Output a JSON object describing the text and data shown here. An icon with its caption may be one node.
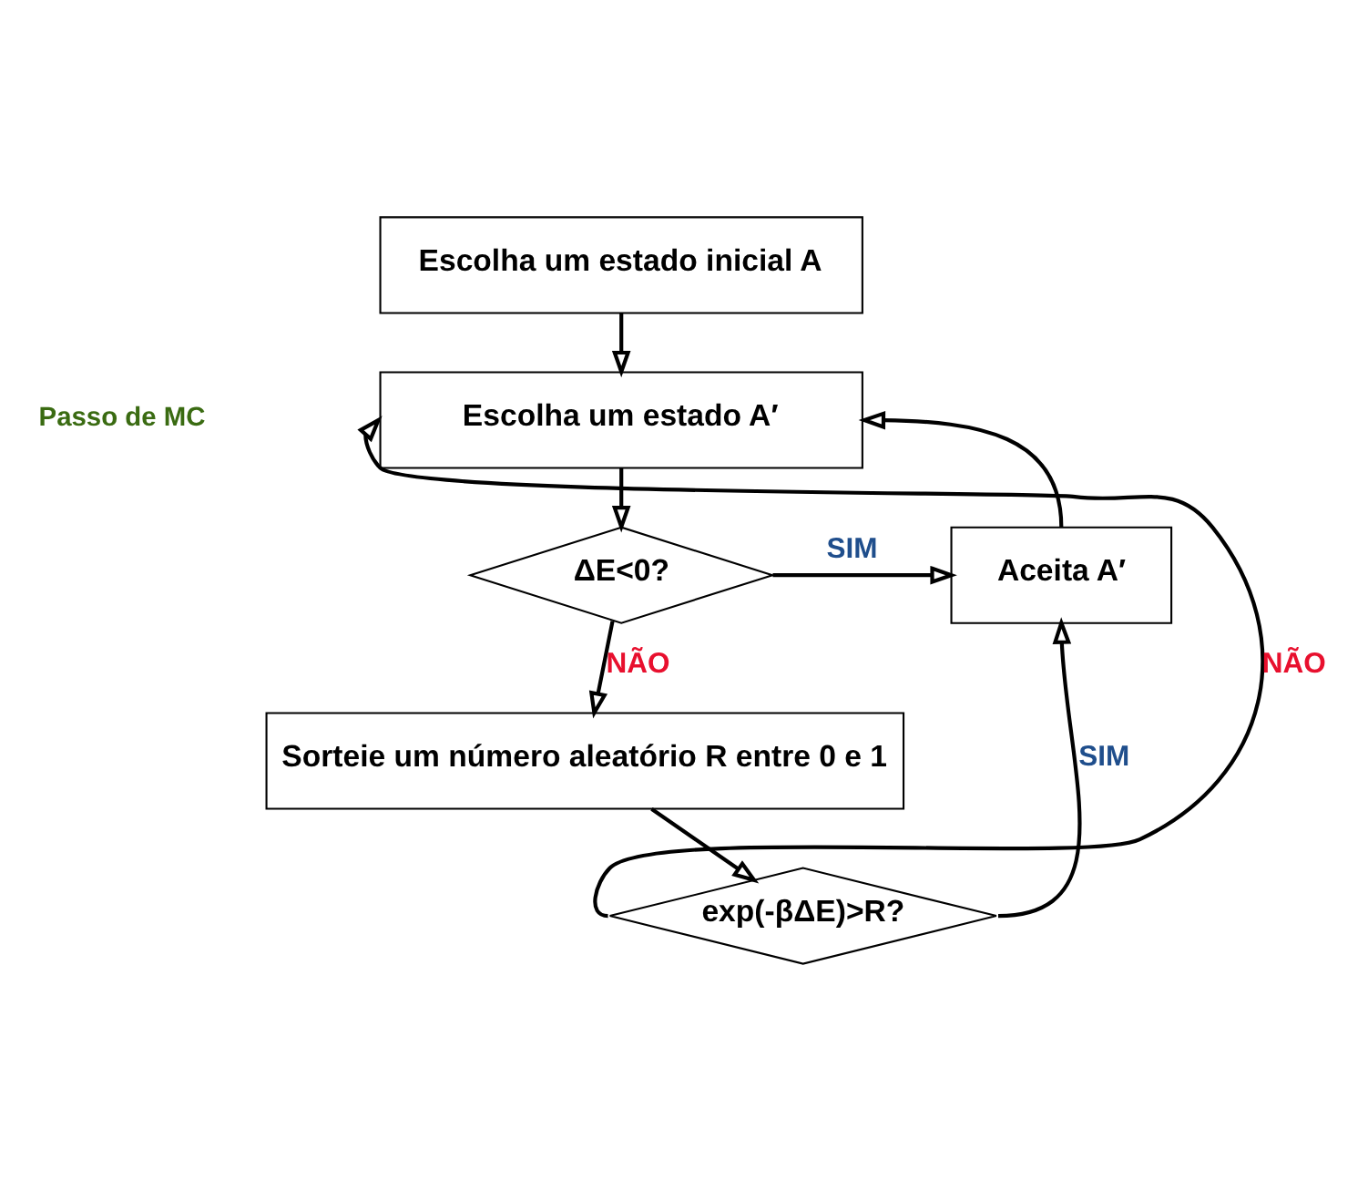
{
  "diagram": {
    "nodes": [
      {
        "text": [
          "Escolha um estado inicial A"
        ]
      },
      {
        "text": [
          "Escolha um estado A′"
        ]
      },
      {
        "text": [
          "ΔE<0?"
        ]
      },
      {
        "text": [
          "Aceita A′"
        ]
      },
      {
        "text": [
          "Sorteie um número aleatório R entre 0 e 1"
        ]
      },
      {
        "text": [
          "exp(-βΔE)>R?"
        ]
      }
    ],
    "edges": [
      {
        "from": 0,
        "to": 1,
        "arrow": "to"
      },
      {
        "from": 1,
        "to": 2,
        "arrow": "to"
      },
      {
        "from": 2,
        "to": 3,
        "arrow": "to",
        "label": "SIM"
      },
      {
        "from": 2,
        "to": 4,
        "arrow": "to",
        "label": "NÃO"
      },
      {
        "from": 4,
        "to": 5,
        "arrow": "to"
      },
      {
        "from": 5,
        "to": 3,
        "arrow": "to",
        "label": "SIM"
      },
      {
        "from": 5,
        "to": 1,
        "arrow": "to",
        "label": "NÃO"
      },
      {
        "from": 3,
        "to": 1,
        "arrow": "to"
      }
    ],
    "labels": [
      "Passo de MC"
    ]
  }
}
